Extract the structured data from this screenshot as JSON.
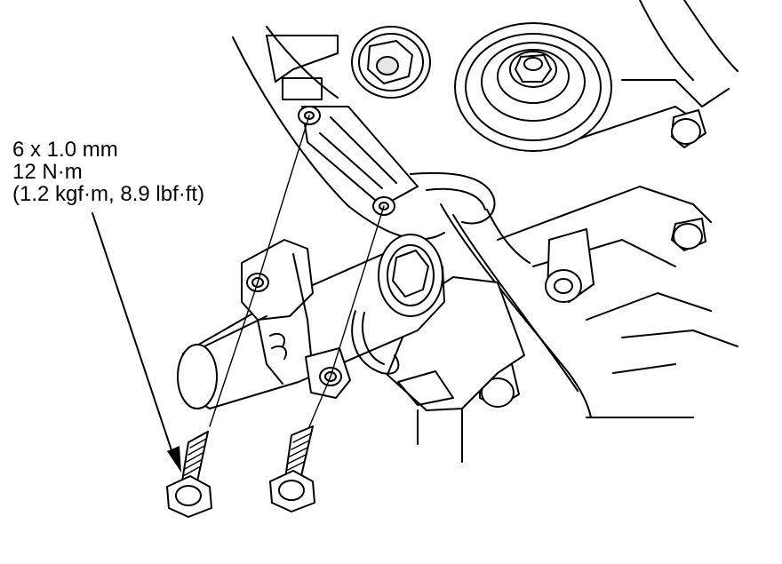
{
  "callout": {
    "size": "6 x 1.0 mm",
    "torque_nm": "12 N·m",
    "torque_alt": "(1.2 kgf·m, 8.9 lbf·ft)"
  },
  "colors": {
    "line": "#000000",
    "background": "#ffffff",
    "shade": "#e6e6e6"
  }
}
